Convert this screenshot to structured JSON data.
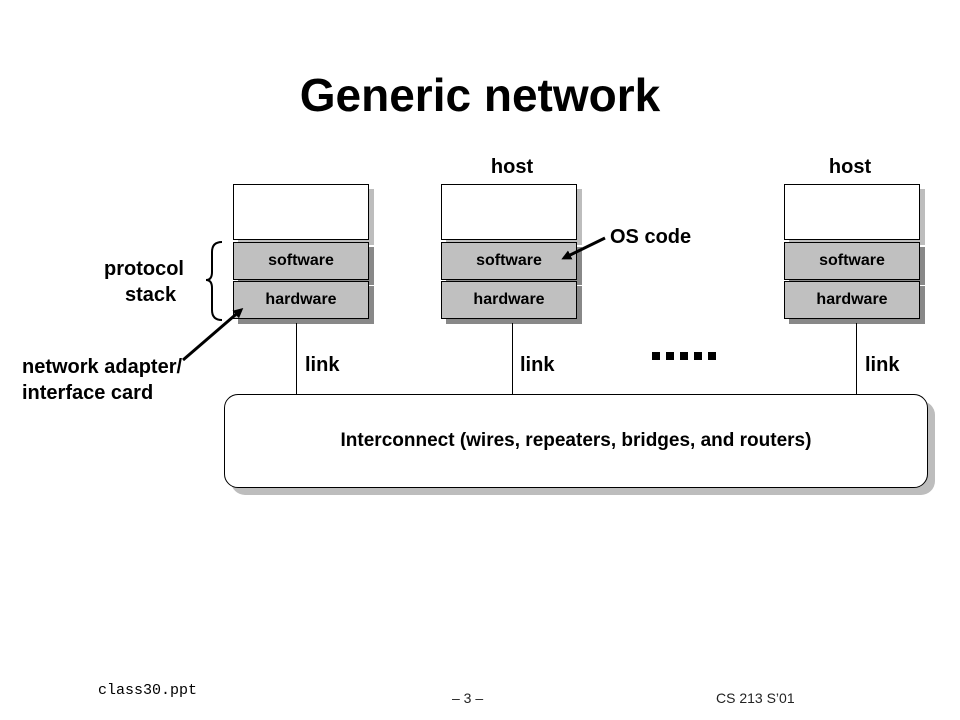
{
  "slide": {
    "title": "Generic network",
    "hosts": [
      {
        "label": "",
        "software": "software",
        "hardware": "hardware",
        "link": "link"
      },
      {
        "label": "host",
        "software": "software",
        "hardware": "hardware",
        "link": "link"
      },
      {
        "label": "host",
        "software": "software",
        "hardware": "hardware",
        "link": "link"
      }
    ],
    "annotations": {
      "protocol_stack_line1": "protocol",
      "protocol_stack_line2": "stack",
      "os_code": "OS code",
      "adapter_line1": "network adapter/",
      "adapter_line2": "interface card"
    },
    "interconnect": "Interconnect (wires, repeaters, bridges, and routers)",
    "footer": {
      "file": "class30.ppt",
      "page": "– 3 –",
      "course": "CS 213 S’01"
    }
  }
}
